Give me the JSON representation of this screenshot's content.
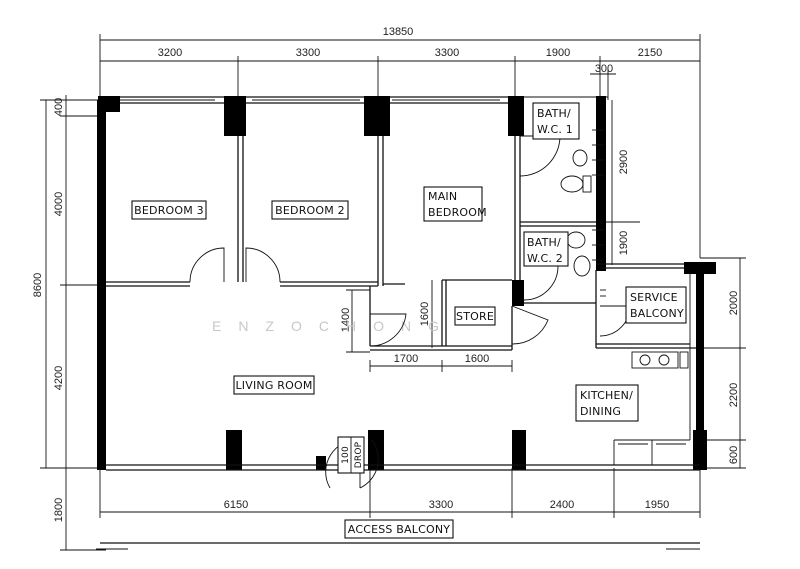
{
  "rooms": {
    "bedroom3": "BEDROOM 3",
    "bedroom2": "BEDROOM 2",
    "main_bedroom_line1": "MAIN",
    "main_bedroom_line2": "BEDROOM",
    "bath1_line1": "BATH/",
    "bath1_line2": "W.C. 1",
    "bath2_line1": "BATH/",
    "bath2_line2": "W.C. 2",
    "store": "STORE",
    "service_balcony_line1": "SERVICE",
    "service_balcony_line2": "BALCONY",
    "living_room": "LIVING ROOM",
    "kitchen_line1": "KITCHEN/",
    "kitchen_line2": "DINING",
    "drop": "DROP",
    "drop_size": "100",
    "access_balcony": "ACCESS BALCONY"
  },
  "dimensions": {
    "top_total": "13850",
    "top": [
      "3200",
      "3300",
      "3300",
      "1900",
      "2150"
    ],
    "top_small": "300",
    "left_total": "8600",
    "left": [
      "400",
      "4000",
      "4200"
    ],
    "left_bottom": "1800",
    "bottom": [
      "6150",
      "3300",
      "2400",
      "1950"
    ],
    "interior_1400": "1400",
    "interior_1600_v": "1600",
    "interior_1700": "1700",
    "interior_1600_h": "1600",
    "right_bath": [
      "2900",
      "1900"
    ],
    "right_outer": [
      "2000",
      "2200",
      "600"
    ]
  },
  "watermark": "ENZOCHONG"
}
